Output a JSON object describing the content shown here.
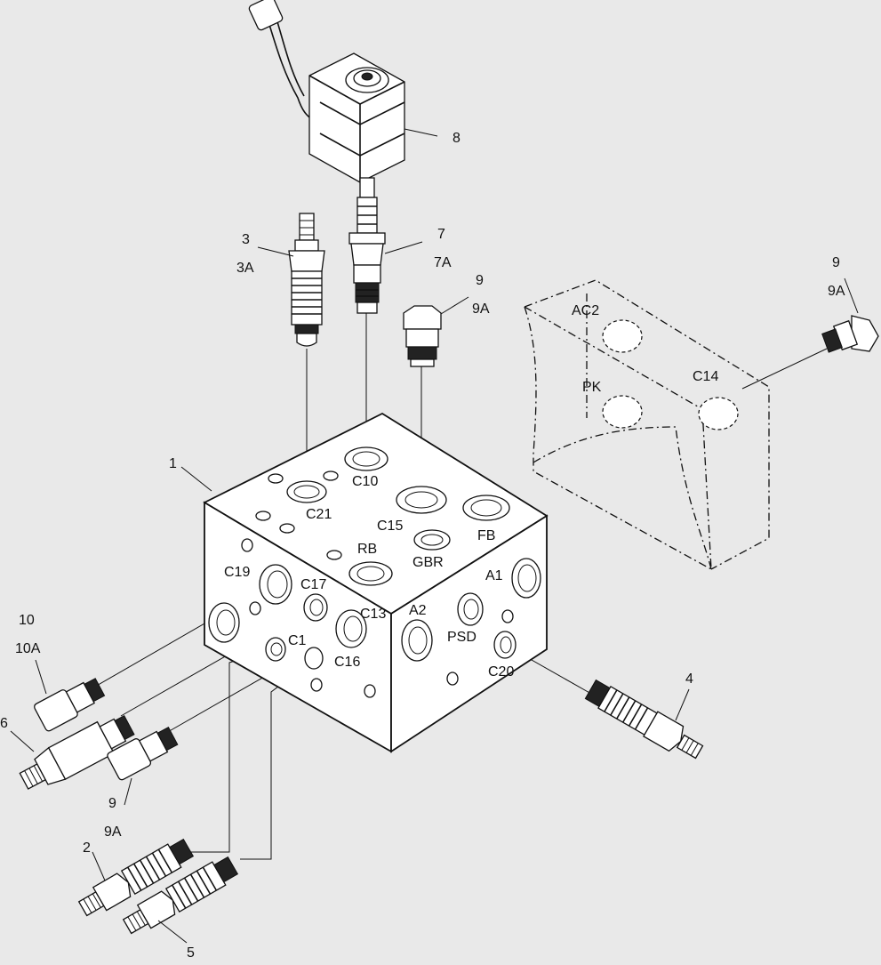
{
  "colors": {
    "background": "#e9e9e9",
    "ink": "#111111",
    "part_fill": "#ffffff"
  },
  "callouts": {
    "c8": "8",
    "c3": "3",
    "c3a": "3A",
    "c7": "7",
    "c7a": "7A",
    "c9_top": "9",
    "c9a_top": "9A",
    "c9_right": "9",
    "c9a_right": "9A",
    "c1": "1",
    "c10": "10",
    "c10a": "10A",
    "c6": "6",
    "c9_low": "9",
    "c9a_low": "9A",
    "c2": "2",
    "c5": "5",
    "c4": "4"
  },
  "ports": {
    "C10": "C10",
    "C21": "C21",
    "C15": "C15",
    "FB": "FB",
    "RB": "RB",
    "GBR": "GBR",
    "C19": "C19",
    "C17": "C17",
    "C13": "C13",
    "C1": "C1",
    "C16": "C16",
    "A1": "A1",
    "A2": "A2",
    "PSD": "PSD",
    "C20": "C20",
    "AC2": "AC2",
    "PK": "PK",
    "C14": "C14"
  }
}
